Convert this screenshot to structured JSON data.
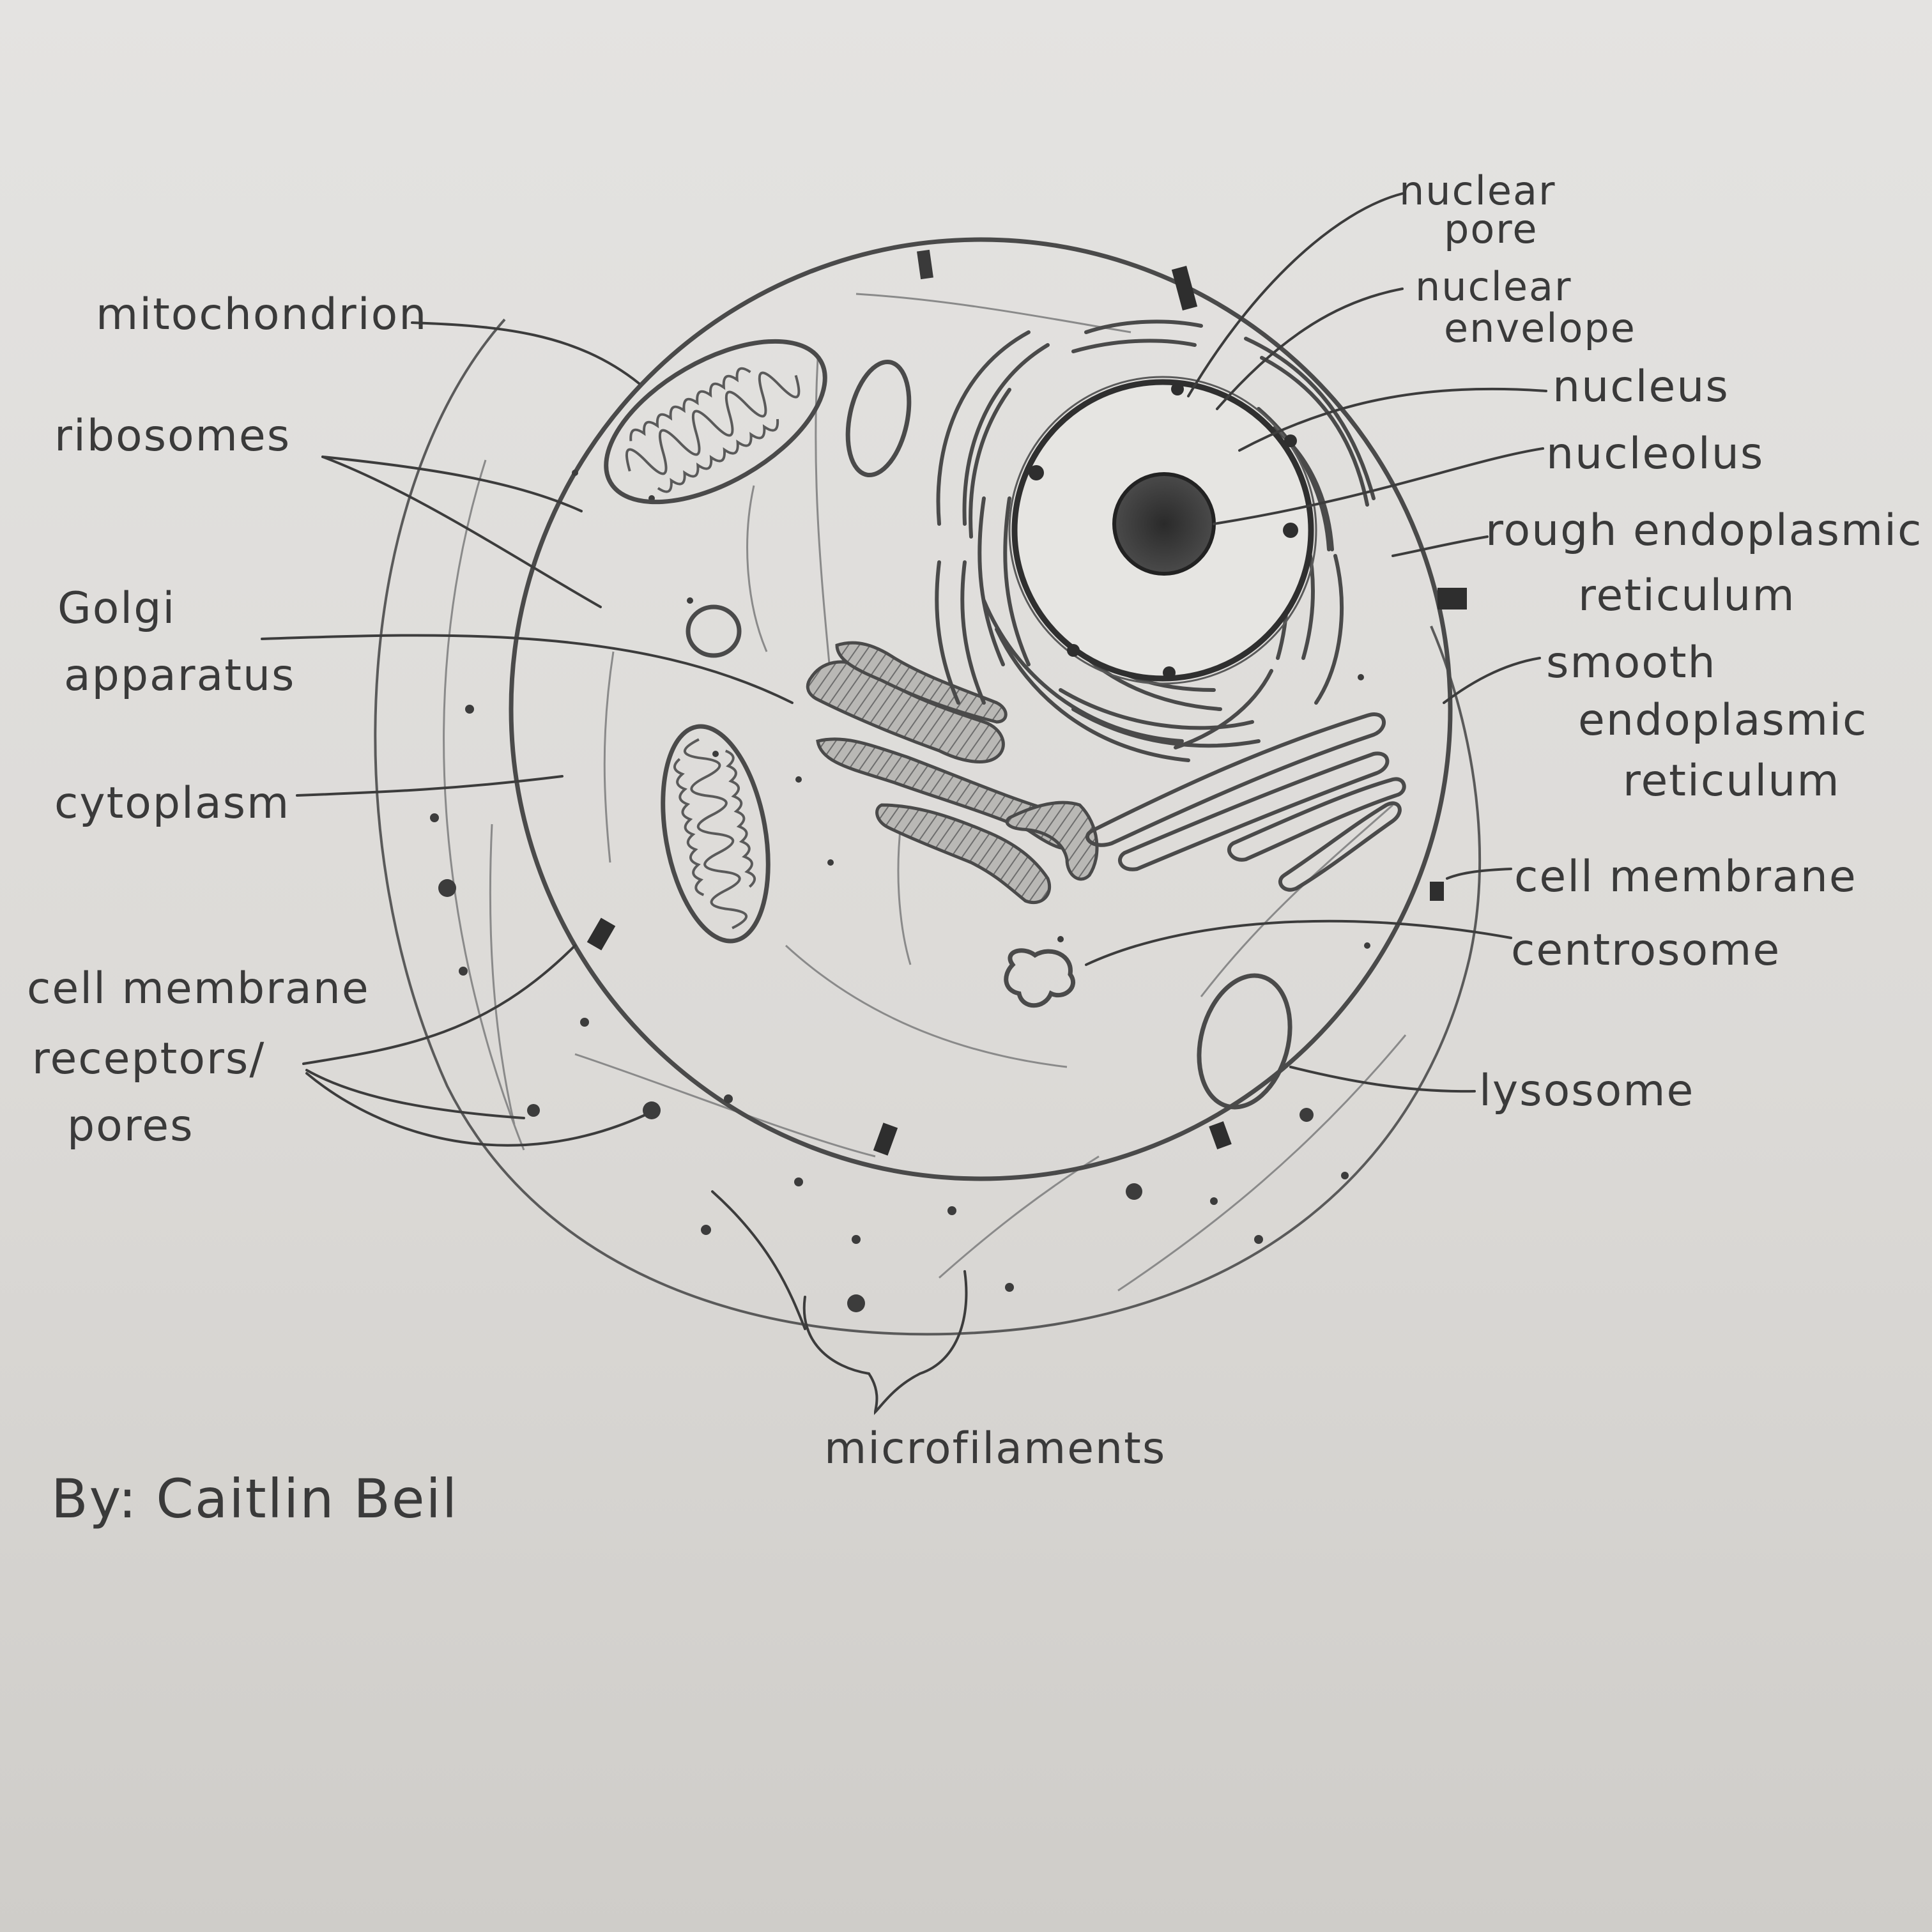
{
  "labels": {
    "mitochondrion": "mitochondrion",
    "ribosomes": "ribosomes",
    "golgi_1": "Golgi",
    "golgi_2": "apparatus",
    "cytoplasm": "cytoplasm",
    "receptors_1": "cell membrane",
    "receptors_2": "receptors/",
    "receptors_3": "pores",
    "nuclear_pore_1": "nuclear",
    "nuclear_pore_2": "pore",
    "nuclear_envelope_1": "nuclear",
    "nuclear_envelope_2": "envelope",
    "nucleus": "nucleus",
    "nucleolus": "nucleolus",
    "rough_er_1": "rough endoplasmic",
    "rough_er_2": "reticulum",
    "smooth_er_1": "smooth",
    "smooth_er_2": "endoplasmic",
    "smooth_er_3": "reticulum",
    "cell_membrane": "cell membrane",
    "centrosome": "centrosome",
    "lysosome": "lysosome",
    "microfilaments": "microfilaments"
  },
  "signature": "By: Caitlin Beil",
  "colors": {
    "paper": "#e0dfdc",
    "graphite": "#3a3a3a",
    "shading": "#8c8c8c"
  }
}
